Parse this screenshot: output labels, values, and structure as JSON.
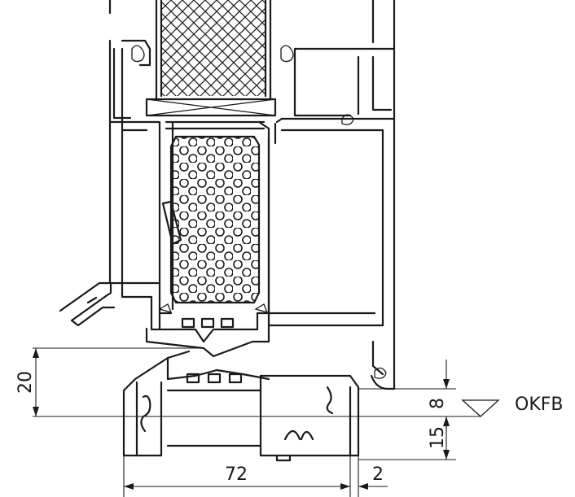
{
  "dimensions": {
    "height_top": "20",
    "height_right_upper": "8",
    "height_right_lower": "15",
    "width_main": "72",
    "width_small": "2"
  },
  "level_marker": {
    "label": "OKFB"
  }
}
